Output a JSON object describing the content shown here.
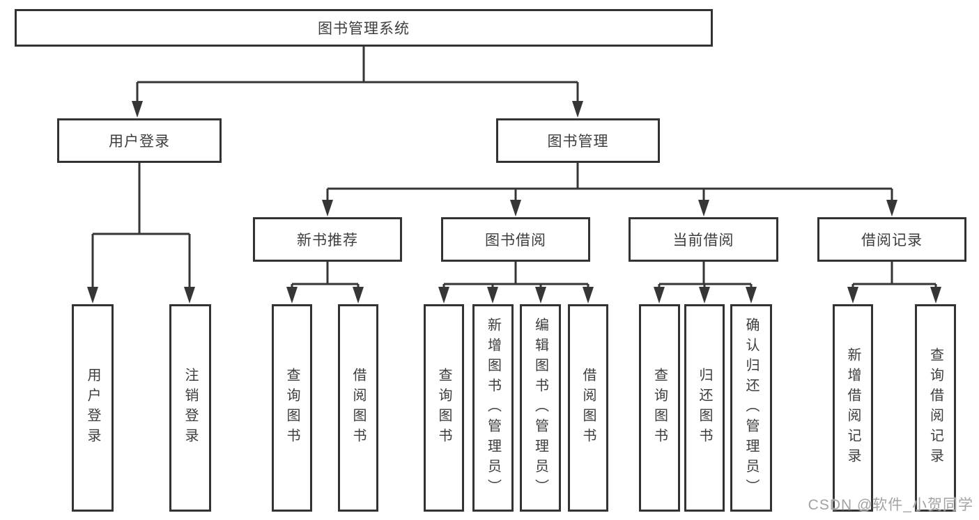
{
  "diagram": {
    "root": {
      "label": "图书管理系统"
    },
    "branches": [
      {
        "label": "用户登录",
        "children": [
          {
            "label": "用户登录"
          },
          {
            "label": "注销登录"
          }
        ]
      },
      {
        "label": "图书管理",
        "children": [
          {
            "label": "新书推荐",
            "children": [
              {
                "label": "查询图书"
              },
              {
                "label": "借阅图书"
              }
            ]
          },
          {
            "label": "图书借阅",
            "children": [
              {
                "label": "查询图书"
              },
              {
                "label": "新增图书（管理员）"
              },
              {
                "label": "编辑图书（管理员）"
              },
              {
                "label": "借阅图书"
              }
            ]
          },
          {
            "label": "当前借阅",
            "children": [
              {
                "label": "查询图书"
              },
              {
                "label": "归还图书"
              },
              {
                "label": "确认归还（管理员）"
              }
            ]
          },
          {
            "label": "借阅记录",
            "children": [
              {
                "label": "新增借阅记录"
              },
              {
                "label": "查询借阅记录"
              }
            ]
          }
        ]
      }
    ]
  },
  "watermark": {
    "text": "CSDN @软件_小贺同学"
  },
  "colors": {
    "line": "#363636",
    "box_border": "#333333",
    "text": "#3d3d3d",
    "background": "#ffffff",
    "watermark": "#a3a3a3"
  }
}
